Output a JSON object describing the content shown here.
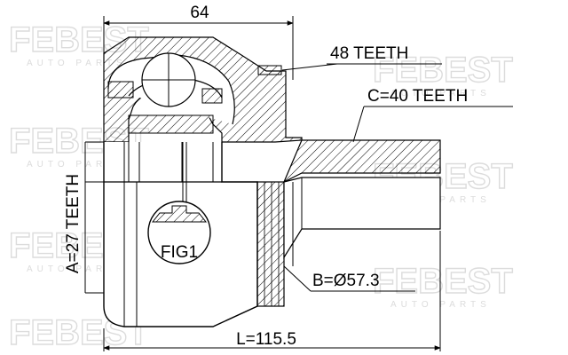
{
  "watermark": {
    "brand": "FEBEST",
    "tagline": "AUTO PARTS"
  },
  "dimensions": {
    "width": "64",
    "length": "L=115.5"
  },
  "teeth_labels": {
    "outer_ring": "48 TEETH",
    "shaft": "C=40 TEETH",
    "inner": "A=27 TEETH"
  },
  "abs_ring": {
    "diameter": "B=Ø57.3"
  },
  "detail": {
    "label": "FIG1"
  }
}
